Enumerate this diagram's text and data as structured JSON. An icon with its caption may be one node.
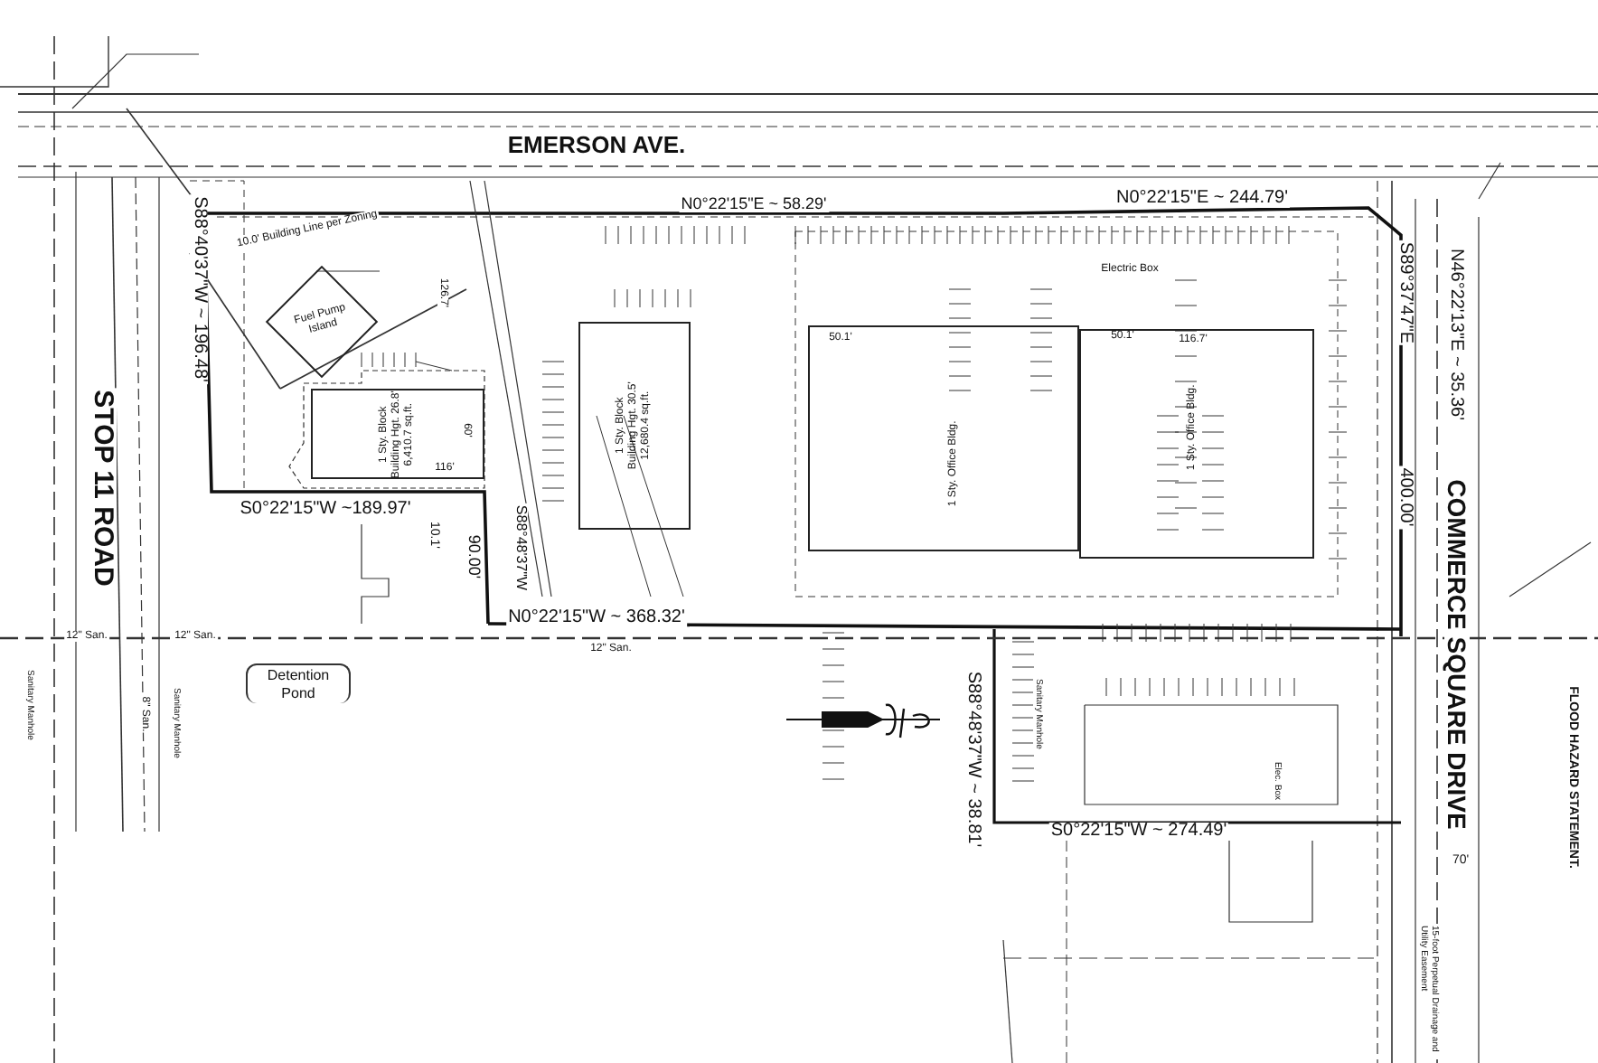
{
  "diagram": {
    "nodes": [
      {
        "text": [
          "Fuel Pump Island"
        ]
      },
      {
        "text": [
          "1 Sty. Block Building Hgt. 26.8' 6,410.7 sq.ft."
        ]
      },
      {
        "text": [
          "1 Sty. Block Building Hgt. 30.5' 12,680.4 sq.ft."
        ]
      },
      {
        "text": [
          "1 Sty. Office Bldg."
        ]
      },
      {
        "text": [
          "1 Sty. Office Bldg."
        ]
      },
      {
        "text": [
          "Detention Pond"
        ]
      }
    ],
    "labels": [
      "EMERSON AVE.",
      "N0°22'15\"E ~ 58.29'",
      "N0°22'15\"E ~ 244.79'",
      "10.0' Building Line per Zoning",
      "S88°40'37\"W ~ 196.48'",
      "S0°22'15\"W ~189.97'",
      "10.1'",
      "90.00'",
      "S88°48'37\"W",
      "STOP 11 ROAD",
      "Sanitary Manhole",
      "12\" San.",
      "12\" San.",
      "8\" San.",
      "Sanitary Manhole",
      "12\" San.",
      "N0°22'15\"W ~ 368.32'",
      "Electric Box",
      "S89°37'47\"E",
      "N46°22'13\"E ~ 35.36'",
      "400.00'",
      "COMMERCE SQUARE DRIVE",
      "FLOOD HAZARD STATEMENT.",
      "S88°48'37\"W ~ 38.81'",
      "Sanitary Manhole",
      "Elec. Box",
      "S0°22'15\"W ~ 274.49'",
      "70'",
      "15-foot Perpetual Drainage and Utility Easement",
      "116.7'",
      "50.1'",
      "50.1'",
      "60'",
      "116'",
      "126.7'"
    ]
  }
}
